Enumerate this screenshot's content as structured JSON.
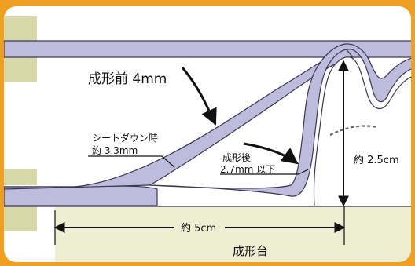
{
  "labels": {
    "before_forming": "成形前 4mm",
    "sheet_down_line1": "シートダウン時",
    "sheet_down_line2": "約 3.3mm",
    "after_forming_line1": "成形後",
    "after_forming_line2": "2.7mm 以下",
    "height": "約 2.5cm",
    "width": "約 5cm",
    "base": "成形台"
  },
  "colors": {
    "frame_orange": "#F0A020",
    "sheet_fill": "#BDBCDC",
    "sheet_stroke": "#3A3550",
    "accent_square": "#D8D9A8",
    "base_fill": "#EEEFD2"
  }
}
